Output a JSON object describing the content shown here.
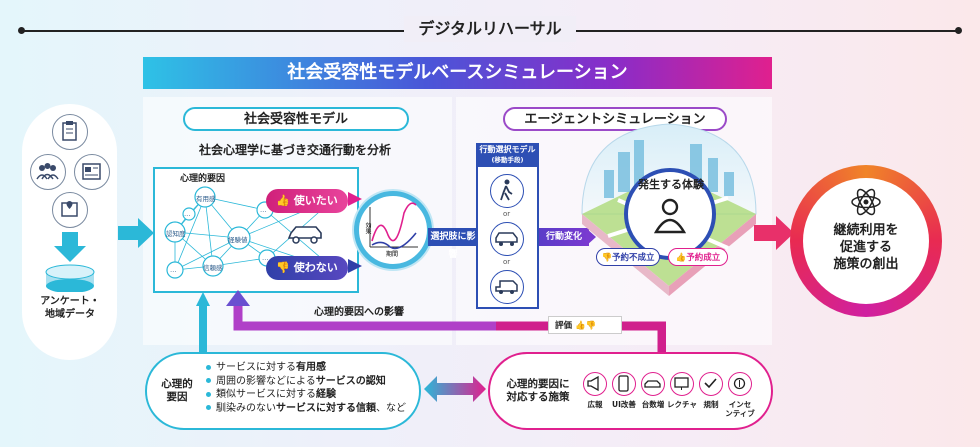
{
  "title": "デジタルリハーサル",
  "banner": "社会受容性モデルベースシミュレーション",
  "left_panel": {
    "pill": "社会受容性モデル",
    "subhead": "社会心理学に基づき交通行動を分析",
    "network_label": "心理的要因",
    "nodes": [
      "有用感",
      "認知度",
      "経験値",
      "信頼感",
      "…",
      "…",
      "…",
      "…"
    ],
    "use_label": "使いたい",
    "nouse_label": "使わない",
    "graph_y": "効果",
    "graph_x": "期間"
  },
  "right_panel": {
    "pill": "エージェントシミュレーション",
    "influence_choice": "選択肢に影響",
    "behavior_model": "行動選択モデル",
    "behavior_sub": "(移動手段)",
    "or": "or",
    "behavior_change": "行動変化",
    "experience": "発生する体験",
    "not_booked": "予約不成立",
    "booked": "予約成立"
  },
  "outcome": "継続利用を\n促進する\n施策の創出",
  "data_source": "アンケート・\n地域データ",
  "influence_label": "心理的要因への影響",
  "evaluation": "評価",
  "bottom_left": {
    "title": "心理的\n要因",
    "items": [
      {
        "pre": "サービスに対する",
        "bold": "有用感",
        "post": ""
      },
      {
        "pre": "周囲の影響などによる",
        "bold": "サービスの認知",
        "post": ""
      },
      {
        "pre": "類似サービスに対する",
        "bold": "経験",
        "post": ""
      },
      {
        "pre": "馴染みのない",
        "bold": "サービスに対する信頼",
        "post": "、など"
      }
    ]
  },
  "bottom_right": {
    "title": "心理的要因に\n対応する施策",
    "tools": [
      "広報",
      "UI改善",
      "台数増",
      "レクチャ",
      "規制",
      "インセ\nンティブ"
    ]
  },
  "colors": {
    "cyan": "#2bb8d8",
    "magenta": "#e0208e",
    "navy": "#2d4fb4",
    "orange": "#f08428"
  },
  "icons": [
    "clipboard-icon",
    "people-icon",
    "newspaper-icon",
    "map-icon",
    "database-icon",
    "car-icon",
    "walking-icon",
    "bus-icon",
    "person-icon",
    "atom-icon",
    "thumbs-up-icon",
    "thumbs-down-icon"
  ]
}
